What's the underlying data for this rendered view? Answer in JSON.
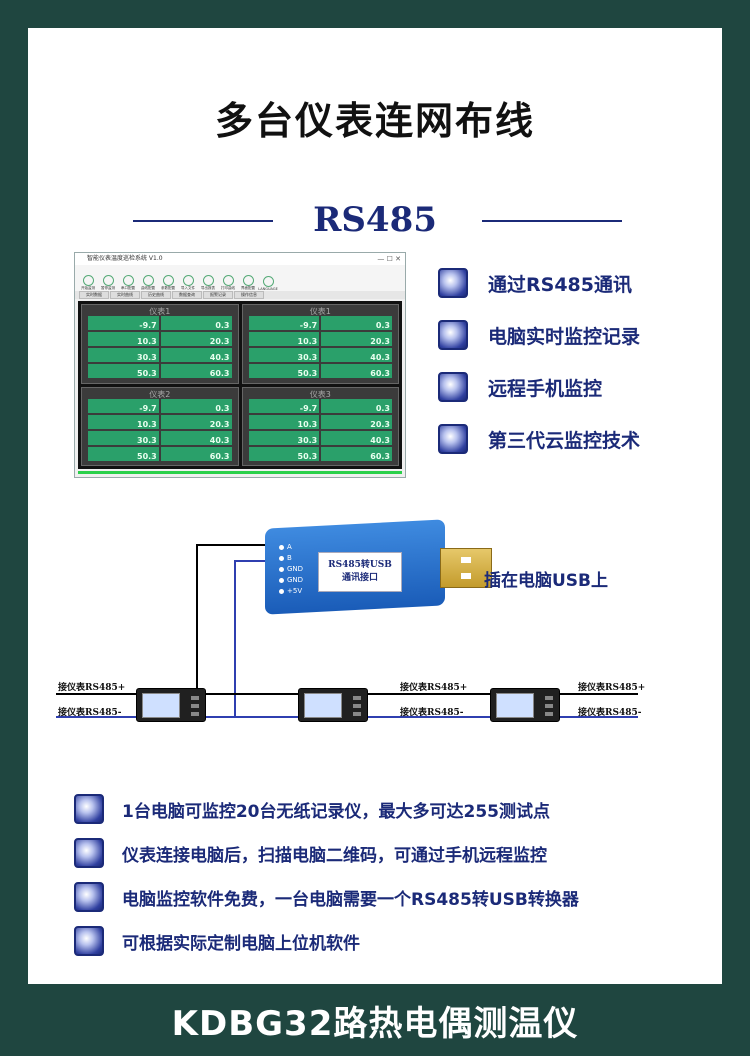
{
  "title": "多台仪表连网布线",
  "subtitle": "RS485",
  "software": {
    "window_title": "智能仪表温度巡检系统 V1.0",
    "toolbar": [
      "开始监测",
      "暂停监测",
      "串口配置",
      "曲线配置",
      "参数配置",
      "导入文件",
      "导出报表",
      "打印曲线",
      "界面配置",
      "LANGUAGE"
    ],
    "tabs": [
      "实时数据",
      "实时曲线",
      "历史曲线",
      "数据查询",
      "报警记录",
      "操作信息"
    ],
    "panels": [
      {
        "name": "仪表1",
        "values": [
          "-9.7",
          "0.3",
          "10.3",
          "20.3",
          "30.3",
          "40.3",
          "50.3",
          "60.3"
        ]
      },
      {
        "name": "仪表1",
        "values": [
          "-9.7",
          "0.3",
          "10.3",
          "20.3",
          "30.3",
          "40.3",
          "50.3",
          "60.3"
        ]
      },
      {
        "name": "仪表2",
        "values": [
          "-9.7",
          "0.3",
          "10.3",
          "20.3",
          "30.3",
          "40.3",
          "50.3",
          "60.3"
        ]
      },
      {
        "name": "仪表3",
        "values": [
          "-9.7",
          "0.3",
          "10.3",
          "20.3",
          "30.3",
          "40.3",
          "50.3",
          "60.3"
        ]
      }
    ]
  },
  "features": [
    "通过RS485通讯",
    "电脑实时监控记录",
    "远程手机监控",
    "第三代云监控技术"
  ],
  "usb": {
    "terminals": [
      "A",
      "B",
      "GND",
      "GND",
      "+5V"
    ],
    "label_line1": "RS485转USB",
    "label_line2": "通讯接口",
    "caption": "插在电脑USB上"
  },
  "wiring": {
    "plus_label": "接仪表RS485+",
    "minus_label": "接仪表RS485-"
  },
  "notes": [
    "1台电脑可监控20台无纸记录仪，最大多可达255测试点",
    "仪表连接电脑后，扫描电脑二维码，可通过手机远程监控",
    "电脑监控软件免费，一台电脑需要一个RS485转USB转换器",
    "可根据实际定制电脑上位机软件"
  ],
  "footer": "KDBG32路热电偶测温仪",
  "colors": {
    "background": "#1f4640",
    "accent": "#1b2a78",
    "cell": "#2aa06a"
  }
}
